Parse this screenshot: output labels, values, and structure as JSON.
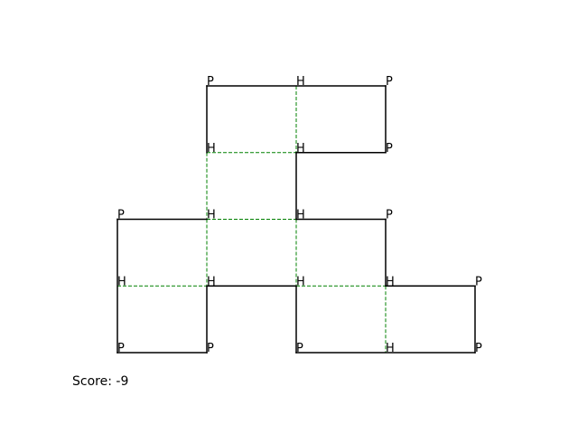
{
  "score": {
    "label": "Score:",
    "value": "-9"
  },
  "colors": {
    "solid_edge": "#000000",
    "contact_edge": "#008000",
    "label": "#000000",
    "background": "#ffffff"
  },
  "lattice": {
    "vertices": [
      {
        "col": 1,
        "row": 0,
        "type": "P"
      },
      {
        "col": 2,
        "row": 0,
        "type": "H"
      },
      {
        "col": 3,
        "row": 0,
        "type": "P"
      },
      {
        "col": 1,
        "row": 1,
        "type": "H"
      },
      {
        "col": 2,
        "row": 1,
        "type": "H"
      },
      {
        "col": 3,
        "row": 1,
        "type": "P"
      },
      {
        "col": 0,
        "row": 2,
        "type": "P"
      },
      {
        "col": 1,
        "row": 2,
        "type": "H"
      },
      {
        "col": 2,
        "row": 2,
        "type": "H"
      },
      {
        "col": 3,
        "row": 2,
        "type": "P"
      },
      {
        "col": 0,
        "row": 3,
        "type": "H"
      },
      {
        "col": 1,
        "row": 3,
        "type": "H"
      },
      {
        "col": 2,
        "row": 3,
        "type": "H"
      },
      {
        "col": 3,
        "row": 3,
        "type": "H"
      },
      {
        "col": 4,
        "row": 3,
        "type": "P"
      },
      {
        "col": 0,
        "row": 4,
        "type": "P"
      },
      {
        "col": 1,
        "row": 4,
        "type": "P"
      },
      {
        "col": 2,
        "row": 4,
        "type": "P"
      },
      {
        "col": 3,
        "row": 4,
        "type": "H"
      },
      {
        "col": 4,
        "row": 4,
        "type": "P"
      }
    ],
    "solid_edges": [
      [
        [
          1,
          0
        ],
        [
          3,
          0
        ]
      ],
      [
        [
          1,
          0
        ],
        [
          1,
          1
        ]
      ],
      [
        [
          3,
          0
        ],
        [
          3,
          1
        ]
      ],
      [
        [
          2,
          1
        ],
        [
          3,
          1
        ]
      ],
      [
        [
          2,
          1
        ],
        [
          2,
          2
        ]
      ],
      [
        [
          0,
          2
        ],
        [
          1,
          2
        ]
      ],
      [
        [
          2,
          2
        ],
        [
          3,
          2
        ]
      ],
      [
        [
          3,
          2
        ],
        [
          3,
          3
        ]
      ],
      [
        [
          0,
          2
        ],
        [
          0,
          4
        ]
      ],
      [
        [
          1,
          3
        ],
        [
          2,
          3
        ]
      ],
      [
        [
          3,
          3
        ],
        [
          4,
          3
        ]
      ],
      [
        [
          4,
          3
        ],
        [
          4,
          4
        ]
      ],
      [
        [
          0,
          4
        ],
        [
          1,
          4
        ]
      ],
      [
        [
          1,
          3
        ],
        [
          1,
          4
        ]
      ],
      [
        [
          2,
          3
        ],
        [
          2,
          4
        ]
      ],
      [
        [
          2,
          4
        ],
        [
          4,
          4
        ]
      ]
    ],
    "contact_edges": [
      [
        [
          2,
          0
        ],
        [
          2,
          1
        ]
      ],
      [
        [
          1,
          1
        ],
        [
          2,
          1
        ]
      ],
      [
        [
          1,
          1
        ],
        [
          1,
          2
        ]
      ],
      [
        [
          1,
          2
        ],
        [
          2,
          2
        ]
      ],
      [
        [
          1,
          2
        ],
        [
          1,
          3
        ]
      ],
      [
        [
          2,
          2
        ],
        [
          2,
          3
        ]
      ],
      [
        [
          0,
          3
        ],
        [
          1,
          3
        ]
      ],
      [
        [
          2,
          3
        ],
        [
          3,
          3
        ]
      ],
      [
        [
          3,
          3
        ],
        [
          3,
          4
        ]
      ]
    ]
  }
}
